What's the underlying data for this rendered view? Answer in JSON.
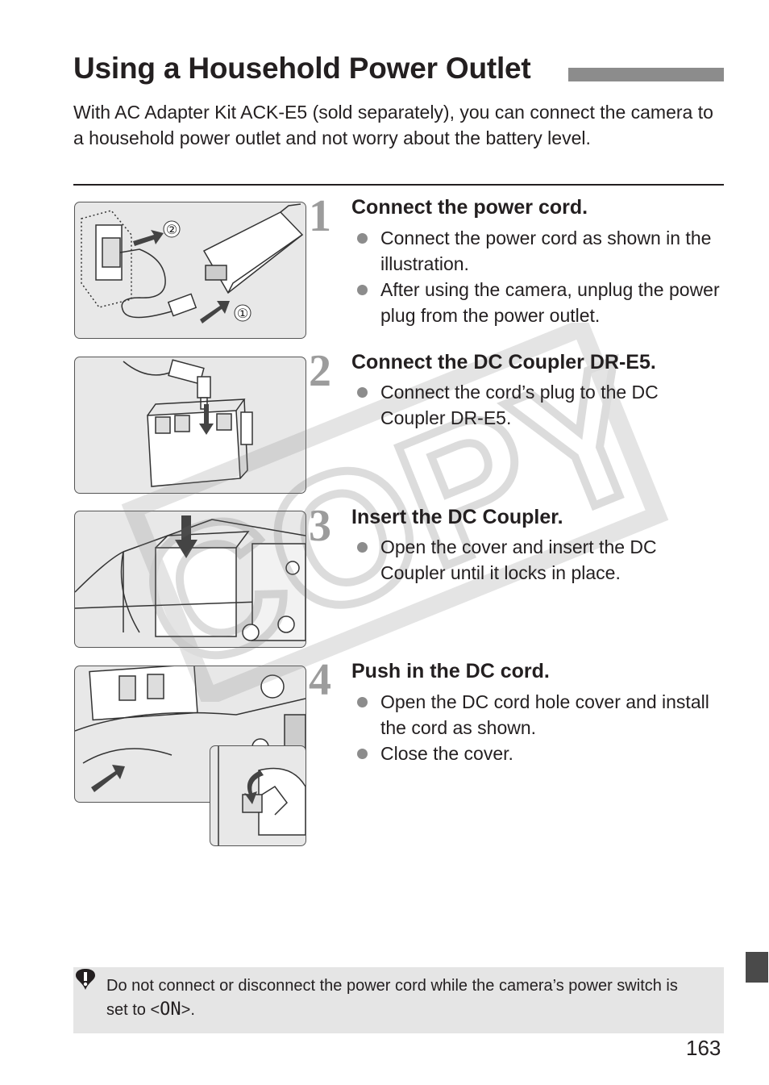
{
  "page": {
    "title": "Using a Household Power Outlet",
    "intro": "With AC Adapter Kit ACK-E5 (sold separately), you can connect the camera to a household power outlet and not worry about the battery level."
  },
  "steps": [
    {
      "number": "1",
      "title": "Connect the power cord.",
      "bullets": [
        "Connect the power cord as shown in the illustration.",
        "After using the camera, unplug the power plug from the power outlet."
      ]
    },
    {
      "number": "2",
      "title": "Connect the DC Coupler DR-E5.",
      "bullets": [
        "Connect the cord’s plug to the DC Coupler DR-E5."
      ]
    },
    {
      "number": "3",
      "title": "Insert the DC Coupler.",
      "bullets": [
        "Open the cover and insert the DC Coupler until it locks in place."
      ]
    },
    {
      "number": "4",
      "title": "Push in the DC cord.",
      "bullets": [
        "Open the DC cord hole cover and install the cord as shown.",
        "Close the cover."
      ]
    }
  ],
  "illustration_labels": {
    "step1_a": "②",
    "step1_b": "①"
  },
  "caution": {
    "text_before": "Do not connect or disconnect the power cord while the camera’s power switch is set to <",
    "on_symbol": "ON",
    "text_after": ">."
  },
  "page_number": "163",
  "watermark": "COPY",
  "colors": {
    "step_number": "#9c9c9c",
    "title_bar": "#8c8c8c",
    "caution_bg": "#e5e5e5",
    "thumb_tab": "#4a4a4a"
  }
}
